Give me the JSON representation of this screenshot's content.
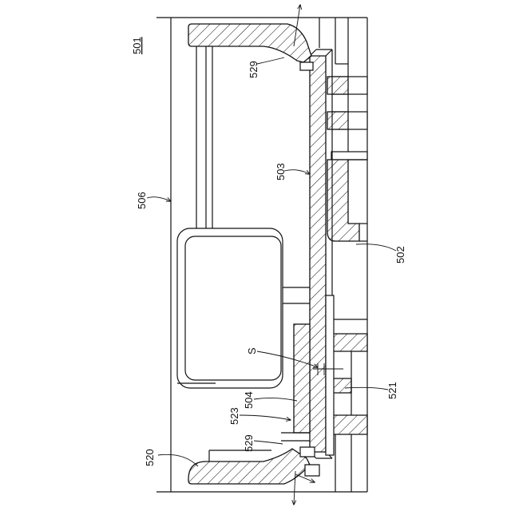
{
  "figure": {
    "labels": {
      "ref_501": "501",
      "ref_502": "502",
      "ref_503": "503",
      "ref_504": "504",
      "ref_506": "506",
      "ref_520": "520",
      "ref_521": "521",
      "ref_523": "523",
      "ref_529_top": "529",
      "ref_529_bottom": "529",
      "ref_s": "S"
    }
  }
}
